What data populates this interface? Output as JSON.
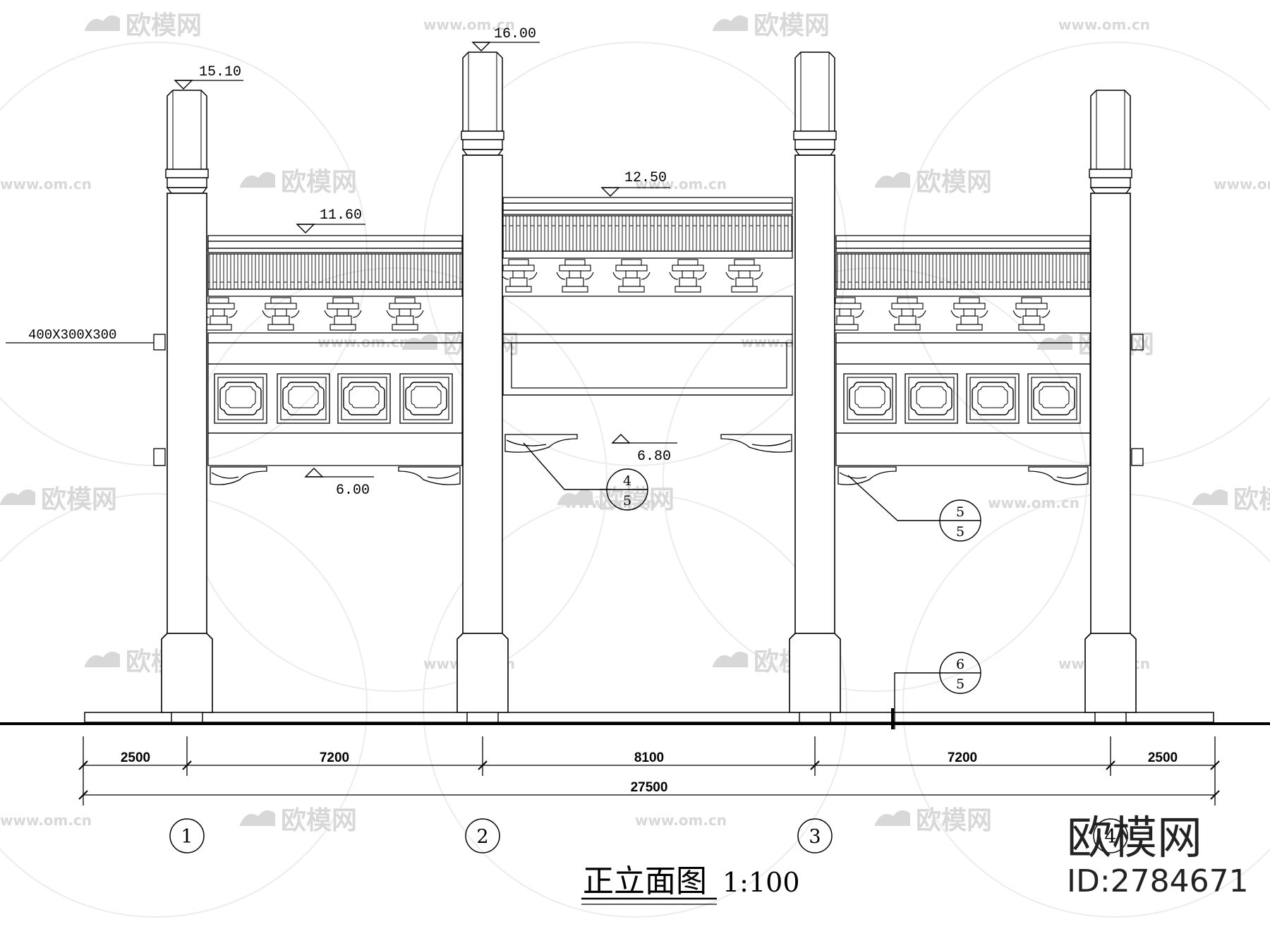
{
  "drawing": {
    "title": "正立面图",
    "scale": "1:100"
  },
  "elevations": [
    {
      "label": "15.10"
    },
    {
      "label": "16.00"
    },
    {
      "label": "12.50"
    },
    {
      "label": "11.60"
    },
    {
      "label": "6.80"
    },
    {
      "label": "6.00"
    }
  ],
  "section_note": "400X300X300",
  "dimensions": {
    "segments": [
      "2500",
      "7200",
      "8100",
      "7200",
      "2500"
    ],
    "overall": "27500"
  },
  "axes": [
    "1",
    "2",
    "3",
    "4"
  ],
  "detail_callouts": [
    {
      "top": "4",
      "bottom": "5"
    },
    {
      "top": "5",
      "bottom": "5"
    },
    {
      "top": "6",
      "bottom": "5"
    }
  ],
  "brand": {
    "logo": "欧模网",
    "id": "ID:2784671"
  },
  "watermark": {
    "text": "欧模网",
    "url": "www.om.cn"
  },
  "colors": {
    "line": "#000000",
    "background": "#ffffff",
    "watermark": "#d8d8d8"
  }
}
